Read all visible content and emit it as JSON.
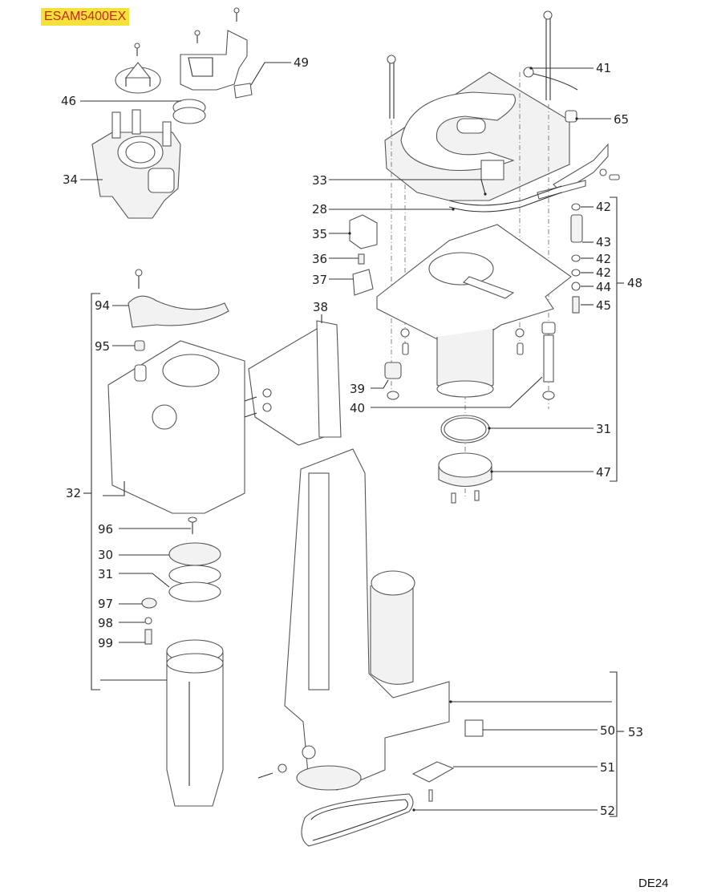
{
  "header": {
    "model": "ESAM5400EX"
  },
  "footer": {
    "page_code": "DE24"
  },
  "colors": {
    "badge_bg": "#f4e13a",
    "badge_text": "#c8281e",
    "line": "#333333"
  },
  "callouts": {
    "c46": "46",
    "c49": "49",
    "c34": "34",
    "c41": "41",
    "c65": "65",
    "c33": "33",
    "c28": "28",
    "c35": "35",
    "c36": "36",
    "c37": "37",
    "c38": "38",
    "c39": "39",
    "c40": "40",
    "c31a": "31",
    "c47": "47",
    "c42a": "42",
    "c43": "43",
    "c42b": "42",
    "c42c": "42",
    "c44": "44",
    "c45": "45",
    "c48": "48",
    "c94": "94",
    "c95": "95",
    "c32": "32",
    "c96": "96",
    "c30": "30",
    "c31b": "31",
    "c97": "97",
    "c98": "98",
    "c99": "99",
    "c50": "50",
    "c53": "53",
    "c51": "51",
    "c52": "52"
  }
}
